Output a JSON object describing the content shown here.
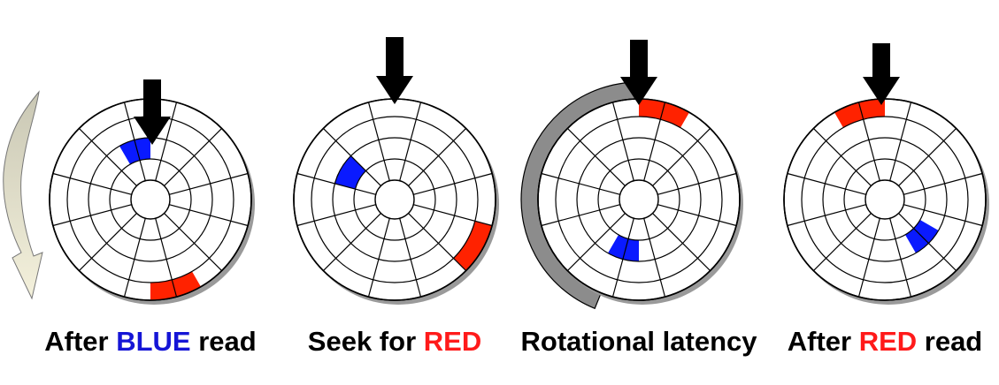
{
  "colors": {
    "blue_sector": "#0a1aff",
    "red_sector": "#ff2200",
    "arrow": "#000000",
    "latency_arc": "#8c8c8c",
    "rotation_arrow_top": "#c9c7b4",
    "rotation_arrow_bottom": "#f4f1dc",
    "caption_blue": "#1515d6",
    "caption_red": "#ff1a1a"
  },
  "icons": {
    "rotation": "curved-rotation-arrow-icon",
    "head": "down-arrow-icon"
  },
  "panels": [
    {
      "id": "after-blue-read",
      "caption": {
        "before": "After ",
        "highlight": "BLUE",
        "after": " read",
        "highlight_color": "blue"
      },
      "blue_sector": {
        "ring": 2,
        "angle_deg": -15
      },
      "red_sector": {
        "ring": 4,
        "angle_deg": 165
      },
      "latency_arc": false,
      "rotation_arrow": true
    },
    {
      "id": "seek-for-red",
      "caption": {
        "before": "Seek for ",
        "highlight": "RED",
        "after": "",
        "highlight_color": "red"
      },
      "blue_sector": {
        "ring": 2,
        "angle_deg": -60
      },
      "red_sector": {
        "ring": 4,
        "angle_deg": 120
      },
      "latency_arc": false,
      "rotation_arrow": false
    },
    {
      "id": "rotational-latency",
      "caption": {
        "before": "Rotational latency",
        "highlight": "",
        "after": "",
        "highlight_color": "none"
      },
      "blue_sector": {
        "ring": 2,
        "angle_deg": 195
      },
      "red_sector": {
        "ring": 4,
        "angle_deg": 15
      },
      "latency_arc": true,
      "rotation_arrow": false
    },
    {
      "id": "after-red-read",
      "caption": {
        "before": "After ",
        "highlight": "RED",
        "after": " read",
        "highlight_color": "red"
      },
      "blue_sector": {
        "ring": 2,
        "angle_deg": 135
      },
      "red_sector": {
        "ring": 4,
        "angle_deg": -15
      },
      "latency_arc": false,
      "rotation_arrow": false
    }
  ]
}
